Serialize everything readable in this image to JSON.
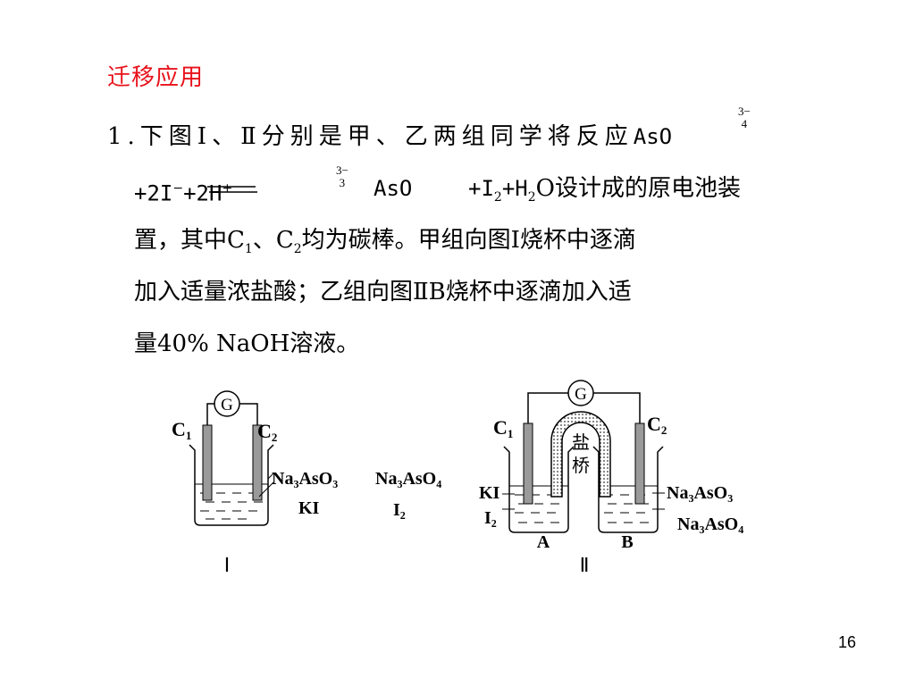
{
  "slide": {
    "heading": "迁移应用",
    "question": {
      "line1_prefix": "1.下图Ⅰ、Ⅱ分别是甲、乙两组同学将反应",
      "line1_species": "AsO",
      "line1_sup": "3−",
      "line1_sub": "4",
      "line2_lhs": "+2I",
      "line2_lhs_sup": "−",
      "line2_lhs_tail": "+2H",
      "line2_lhs_tail_sup": "+",
      "line2_species": "AsO",
      "line2_sup": "3−",
      "line2_sub": "3",
      "line2_rest": "+I",
      "line2_i_sub": "2",
      "line2_h": "+H",
      "line2_h_sub": "2",
      "line2_tail": "O设计成的原电池装",
      "line3_a": "置，其中C",
      "line3_c1_sub": "1",
      "line3_b": "、C",
      "line3_c2_sub": "2",
      "line3_c": "均为碳棒。甲组向图Ⅰ烧杯中逐滴",
      "line4": "加入适量浓盐酸；乙组向图ⅡB烧杯中逐滴加入适",
      "line5": "量40% NaOH溶液。"
    },
    "page_number": "16"
  },
  "diagram": {
    "galvanometer": "G",
    "fig1": {
      "c1": "C",
      "c1_sub": "1",
      "c2": "C",
      "c2_sub": "2",
      "solution_a": "Na₃AsO₃",
      "solution_b": "Na₃AsO₄",
      "reagent_a": "KI",
      "reagent_b": "I₂",
      "label": "Ⅰ"
    },
    "fig2": {
      "c1": "C",
      "c1_sub": "1",
      "c2": "C",
      "c2_sub": "2",
      "salt_bridge_1": "盐",
      "salt_bridge_2": "桥",
      "left_reagent_1": "KI",
      "left_reagent_2": "I₂",
      "right_reagent_1": "Na₃AsO₃",
      "right_reagent_2": "Na₃AsO₄",
      "beaker_a": "A",
      "beaker_b": "B",
      "label": "Ⅱ"
    }
  }
}
